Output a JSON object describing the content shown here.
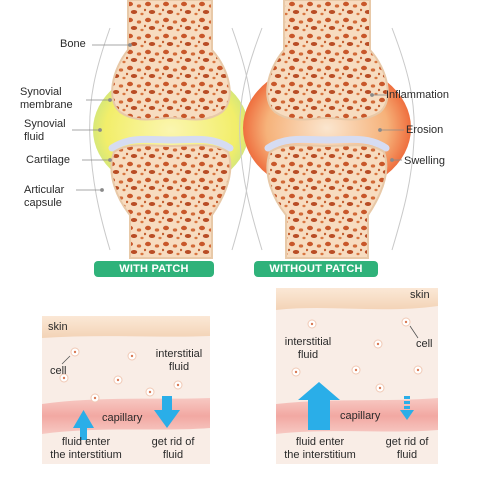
{
  "colors": {
    "bone_fill": "#f7dcc0",
    "bone_spot": "#c8572a",
    "synovial_fluid": "#f2f06a",
    "membrane_green": "#b6e08a",
    "inflammation": "#e53d2d",
    "cartilage": "#d6dcf2",
    "badge_green": "#2fb27a",
    "arrow_blue": "#2aaee8",
    "skin": "#f6e0c8",
    "capillary": "#f3b2ae",
    "tissue": "#f9ede6"
  },
  "joint_left": {
    "labels": {
      "bone": "Bone",
      "synovial_membrane": "Synovial\nmembrane",
      "synovial_fluid": "Synovial\nfluid",
      "cartilage": "Cartilage",
      "articular_capsule": "Articular\ncapsule"
    },
    "badge": "WITH PATCH"
  },
  "joint_right": {
    "labels": {
      "inflammation": "Inflammation",
      "erosion": "Erosion",
      "swelling": "Swelling"
    },
    "badge": "WITHOUT PATCH"
  },
  "panel_left": {
    "skin": "skin",
    "cell": "cell",
    "interstitial_fluid": "interstitial\nfluid",
    "capillary": "capillary",
    "fluid_enter": "fluid enter\nthe interstitium",
    "get_rid": "get rid of\nfluid"
  },
  "panel_right": {
    "skin": "skin",
    "cell": "cell",
    "interstitial_fluid": "interstitial\nfluid",
    "capillary": "capillary",
    "fluid_enter": "fluid enter\nthe interstitium",
    "get_rid": "get rid of\nfluid"
  }
}
